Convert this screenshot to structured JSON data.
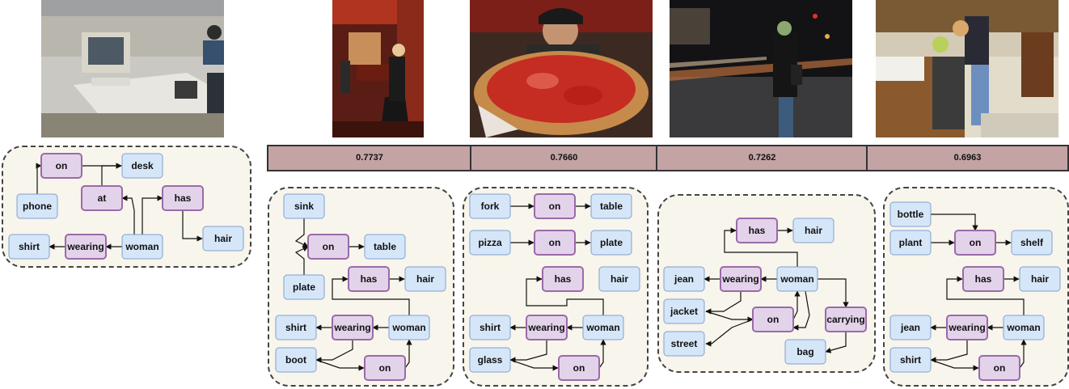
{
  "scores": [
    "0.7737",
    "0.7660",
    "0.7262",
    "0.6963"
  ],
  "query_graph": {
    "nodes": [
      "on",
      "desk",
      "phone",
      "at",
      "has",
      "hair",
      "shirt",
      "wearing",
      "woman"
    ]
  },
  "result_graphs": [
    {
      "nodes": [
        "sink",
        "on",
        "table",
        "plate",
        "has",
        "hair",
        "shirt",
        "wearing",
        "woman",
        "boot",
        "on"
      ]
    },
    {
      "nodes": [
        "fork",
        "on",
        "table",
        "pizza",
        "on",
        "plate",
        "has",
        "hair",
        "shirt",
        "wearing",
        "woman",
        "glass",
        "on"
      ]
    },
    {
      "nodes": [
        "has",
        "hair",
        "jean",
        "wearing",
        "woman",
        "jacket",
        "on",
        "carrying",
        "street",
        "bag"
      ]
    },
    {
      "nodes": [
        "bottle",
        "plant",
        "on",
        "shelf",
        "has",
        "hair",
        "jean",
        "wearing",
        "woman",
        "shirt",
        "on"
      ]
    }
  ],
  "colors": {
    "object_fill": "#d6e6f9",
    "object_stroke": "#7fa1cc",
    "predicate_fill": "#e3d3ea",
    "predicate_stroke": "#9b6aa8",
    "panel_bg": "#f8f5ec",
    "score_bar": "#c4a3a5"
  }
}
